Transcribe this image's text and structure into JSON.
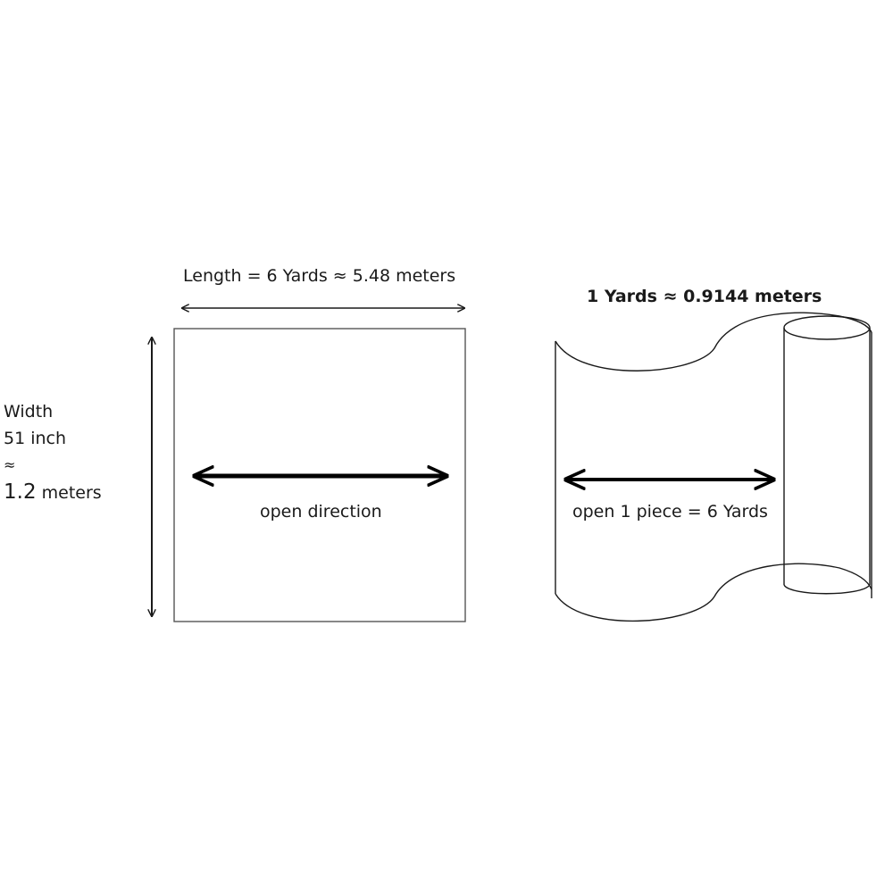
{
  "flat_sheet": {
    "length_label": "Length = 6 Yards ≈ 5.48 meters",
    "width_title": "Width",
    "width_inch": "51 inch",
    "width_approx_symbol": "≈",
    "width_meters_value": "1.2",
    "width_meters_unit": "meters",
    "open_direction_label": "open direction"
  },
  "roll": {
    "yard_conversion_note": "1 Yards ≈ 0.9144 meters",
    "open_piece_label": "open 1 piece = 6 Yards"
  },
  "colors": {
    "line": "#1a1a1a",
    "sheet_border": "#555555"
  }
}
